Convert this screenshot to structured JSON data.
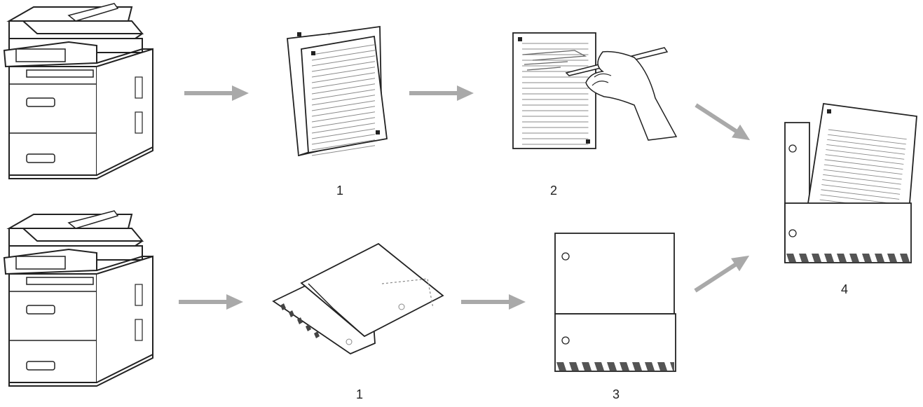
{
  "step_labels": {
    "top_booklet": "1",
    "top_annotated": "2",
    "right_folder": "4",
    "bottom_folded": "1",
    "bottom_pocket": "3"
  },
  "colors": {
    "line": "#222222",
    "arrow": "#a9a9a9",
    "page_line": "#8a8a8a",
    "stripe": "#555555",
    "background": "#ffffff"
  },
  "icons": {
    "printer": "multifunction-printer-icon",
    "booklet": "booklet-icon",
    "annotated_page": "handwritten-notes-icon",
    "folded_sheet": "folded-sheet-icon",
    "pocket": "folder-pocket-icon",
    "folder_with_note": "folder-with-note-icon",
    "arrow": "flow-arrow-icon"
  }
}
